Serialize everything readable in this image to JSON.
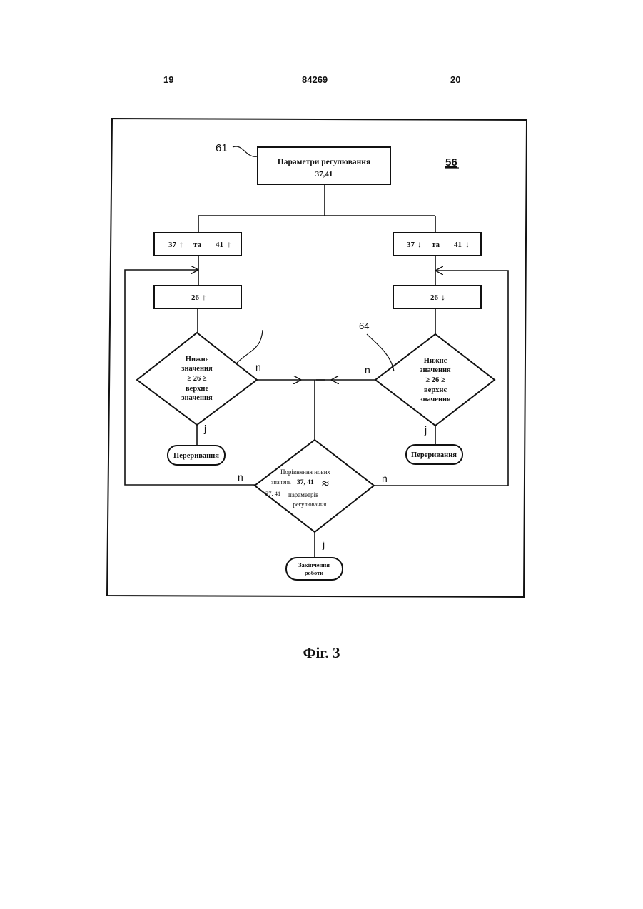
{
  "header": {
    "left_page": "19",
    "patent_number": "84269",
    "right_page": "20"
  },
  "figure": {
    "ref_main": "56",
    "ref_start": "61",
    "ref_right": "64",
    "start_box": {
      "line1": "Параметри регулювання",
      "line2": "37,41"
    },
    "left_adjust": {
      "a": "37",
      "arrow_a": "↑",
      "conj": "та",
      "b": "41",
      "arrow_b": "↑"
    },
    "right_adjust": {
      "a": "37",
      "arrow_a": "↓",
      "conj": "та",
      "b": "41",
      "arrow_b": "↓"
    },
    "left_step": {
      "value": "26",
      "arrow": "↑"
    },
    "right_step": {
      "value": "26",
      "arrow": "↓"
    },
    "left_decision": {
      "lines": [
        "Нижнє",
        "значення",
        "≥ 26 ≥",
        "верхнє",
        "значення"
      ]
    },
    "right_decision": {
      "lines": [
        "Нижнє",
        "значення",
        "≥ 26 ≥",
        "верхнє",
        "значення"
      ]
    },
    "left_interrupt": "Переривання",
    "right_interrupt": "Переривання",
    "compare_decision": {
      "line1": "Порівняння нових",
      "line2_a": "значень",
      "line2_b": "37, 41",
      "approx": "≈",
      "line3_a": "37, 41",
      "line3_b": "параметрів",
      "line4": "регулювання"
    },
    "end_box": {
      "line1": "Закінчення",
      "line2": "роботи"
    },
    "labels": {
      "no": "n",
      "yes": "j"
    }
  },
  "caption": "Фіг. 3"
}
